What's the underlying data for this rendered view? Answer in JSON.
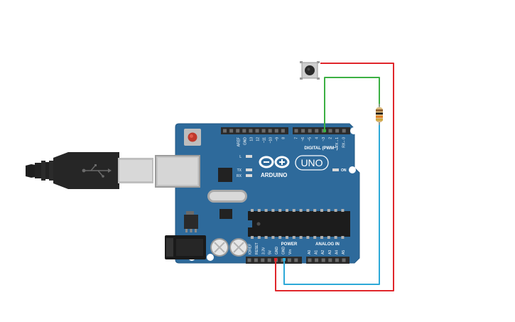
{
  "board": {
    "brand": "ARDUINO",
    "model": "UNO",
    "on_label": "ON",
    "led_l": "L",
    "led_tx": "TX",
    "led_rx": "RX",
    "digital_header": "DIGITAL (PWM~)",
    "power_header": "POWER",
    "analog_header": "ANALOG IN",
    "digital_pins": [
      "AREF",
      "GND",
      "13",
      "12",
      "~11",
      "~10",
      "~9",
      "8",
      "7",
      "~6",
      "~5",
      "4",
      "~3",
      "2",
      "TX→1",
      "RX←0"
    ],
    "power_pins": [
      "IOREF",
      "RESET",
      "3.3V",
      "5V",
      "GND",
      "GND",
      "Vin"
    ],
    "analog_pins": [
      "A0",
      "A1",
      "A2",
      "A3",
      "A4",
      "A5"
    ]
  },
  "components": {
    "usb_cable": "usb-cable",
    "pushbutton": "pushbutton",
    "resistor": "resistor"
  },
  "wires": [
    {
      "name": "5v-to-button",
      "color": "#e0262b"
    },
    {
      "name": "button-to-pin2",
      "color": "#3cb043"
    },
    {
      "name": "gnd-to-resistor",
      "color": "#2da9d8"
    }
  ],
  "colors": {
    "board": "#2e6a9b",
    "board_edge": "#245a86",
    "header": "#2b2b2b",
    "red_wire": "#e0262b",
    "green_wire": "#3cb043",
    "blue_wire": "#2da9d8"
  }
}
